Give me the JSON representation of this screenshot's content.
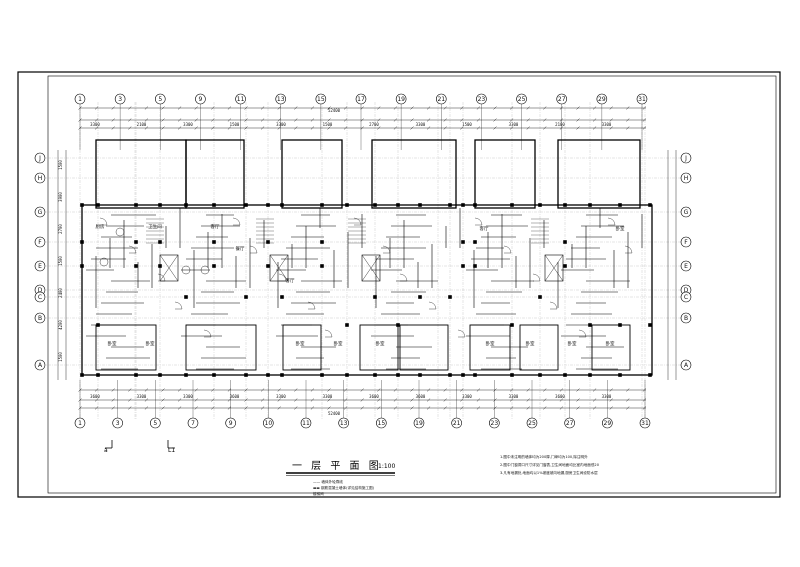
{
  "drawing": {
    "title": "一 层 平 面 图",
    "scale": "1:100",
    "overall_dim_top": "52400",
    "overall_dim_bottom": "52400",
    "section_marks": [
      "a",
      "L1"
    ],
    "notes": [
      "1.图中未注明的墙体均为200厚,门垛均为100,除注明外",
      "2.图中门窗洞口尺寸详见门窗表,卫生间地面均比室内地面低20",
      "3.凡有地漏处,地面均以1%坡度坡向地漏,厨房卫生间设防水层"
    ],
    "legend": [
      "—— 墙体外轮廓线",
      "▬▬ 钢筋混凝土墙体(详见结构施工图)",
      "楼梯间"
    ]
  },
  "axes": {
    "top": [
      "1",
      "3",
      "5",
      "9",
      "11",
      "13",
      "15",
      "17",
      "19",
      "21",
      "23",
      "25",
      "27",
      "29",
      "31"
    ],
    "bottom": [
      "1",
      "3",
      "5",
      "7",
      "9",
      "10",
      "11",
      "13",
      "15",
      "19",
      "21",
      "23",
      "25",
      "27",
      "29",
      "31"
    ],
    "left": [
      "J",
      "H",
      "G",
      "F",
      "E",
      "D",
      "C",
      "B",
      "A"
    ],
    "right": [
      "J",
      "H",
      "G",
      "F",
      "E",
      "D",
      "C",
      "B",
      "A"
    ]
  },
  "rooms": [
    "卧室",
    "卧室",
    "客厅",
    "餐厅",
    "厨房",
    "卫生间",
    "卧室",
    "客厅",
    "卧室",
    "卧室",
    "卧室",
    "客厅",
    "卧室",
    "卧室",
    "卧室",
    "卧室"
  ],
  "dims": {
    "top_row": [
      "3300",
      "2100",
      "3300",
      "1500",
      "3300",
      "1500",
      "2700",
      "3300",
      "1500",
      "3300",
      "2100",
      "3300"
    ],
    "bottom_row": [
      "3600",
      "3300",
      "3300",
      "3600",
      "3300",
      "3300",
      "3600",
      "3600",
      "3300",
      "3300",
      "3600",
      "3300"
    ],
    "left_col": [
      "1500",
      "3900",
      "2700",
      "1500",
      "2400",
      "4200",
      "1500"
    ]
  }
}
